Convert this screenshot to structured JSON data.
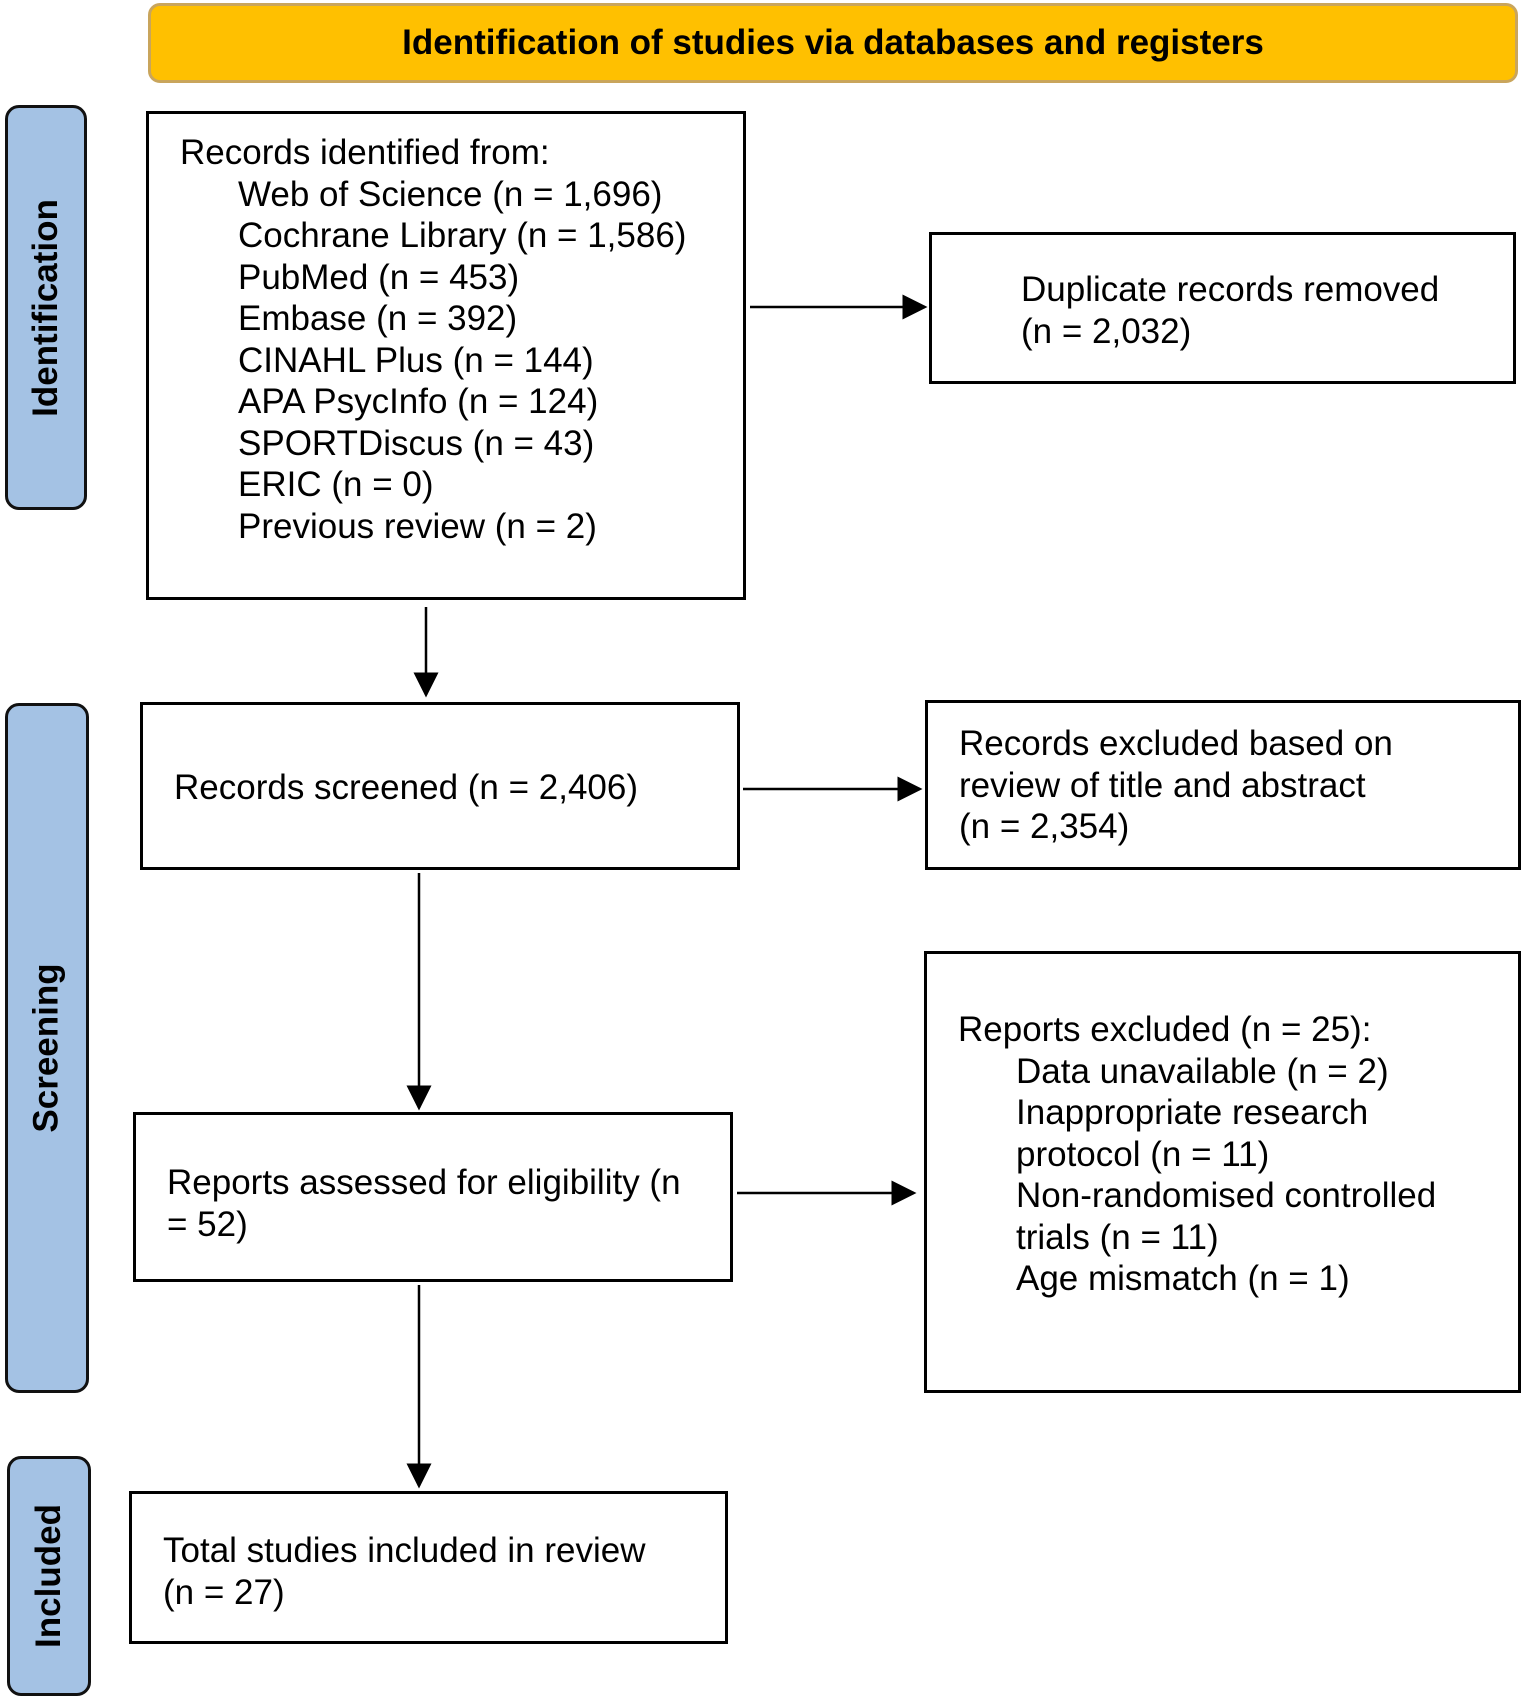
{
  "header": "Identification of studies via databases and registers",
  "phases": {
    "identification": "Identification",
    "screening": "Screening",
    "included": "Included"
  },
  "boxes": {
    "records_identified": {
      "title": "Records identified from:",
      "items": [
        "Web of Science (n = 1,696)",
        "Cochrane Library (n = 1,586)",
        "PubMed (n = 453)",
        "Embase (n = 392)",
        "CINAHL Plus (n = 144)",
        "APA PsycInfo (n = 124)",
        "SPORTDiscus (n = 43)",
        "ERIC (n = 0)",
        "Previous review (n = 2)"
      ]
    },
    "duplicates_removed": {
      "lines": [
        "Duplicate records removed",
        "(n = 2,032)"
      ]
    },
    "records_screened": {
      "lines": [
        "Records screened (n = 2,406)"
      ]
    },
    "records_excluded": {
      "lines": [
        "Records excluded based on",
        "review of title and abstract",
        "(n = 2,354)"
      ]
    },
    "reports_assessed": {
      "lines": [
        "Reports assessed for eligibility (n",
        "= 52)"
      ]
    },
    "reports_excluded": {
      "title": "Reports excluded (n = 25):",
      "items": [
        "Data unavailable (n = 2)",
        "Inappropriate research",
        "protocol (n = 11)",
        "Non-randomised controlled",
        "trials (n = 11)",
        "Age mismatch (n = 1)"
      ]
    },
    "included": {
      "lines": [
        "Total studies included in review",
        "(n = 27)"
      ]
    }
  },
  "colors": {
    "header_fill": "#FFC000",
    "phase_fill": "#A4C2E4"
  }
}
